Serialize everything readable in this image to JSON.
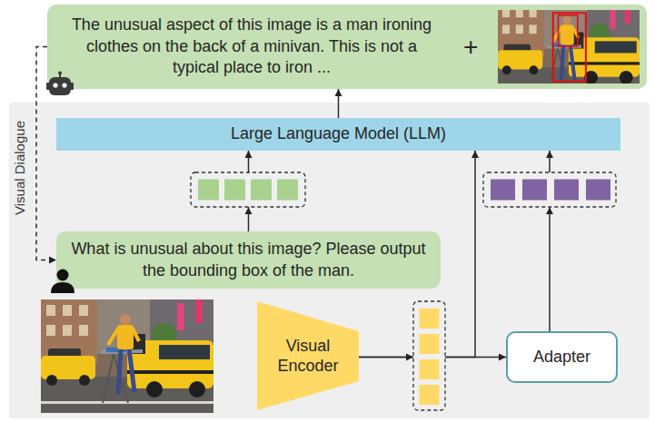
{
  "diagram": {
    "nodes": [
      {
        "text": [
          "The unusual aspect of this image is a man ironing clothes on the back of a minivan. This is not a typical place to iron ...",
          "+"
        ]
      },
      {
        "text": [
          "Visual Dialogue"
        ]
      },
      {
        "text": [
          "Large Language Model (LLM)"
        ],
        "in": 1
      },
      {
        "text": [
          "What is unusual about this image? Please output the bounding box of the man."
        ],
        "in": 1
      },
      {
        "text": [
          "Visual Encoder"
        ],
        "in": 1
      },
      {
        "text": [
          "Adapter"
        ],
        "in": 1
      }
    ],
    "edges": [
      {
        "from": 3,
        "to": 2,
        "arrow": "to"
      },
      {
        "from": 4,
        "to": 2,
        "arrow": "to"
      },
      {
        "from": 4,
        "to": 5,
        "arrow": "to"
      },
      {
        "from": 5,
        "to": 2,
        "arrow": "to"
      },
      {
        "from": 2,
        "to": 0,
        "arrow": "to"
      },
      {
        "from": 0,
        "to": 3,
        "arrow": "to"
      }
    ]
  }
}
